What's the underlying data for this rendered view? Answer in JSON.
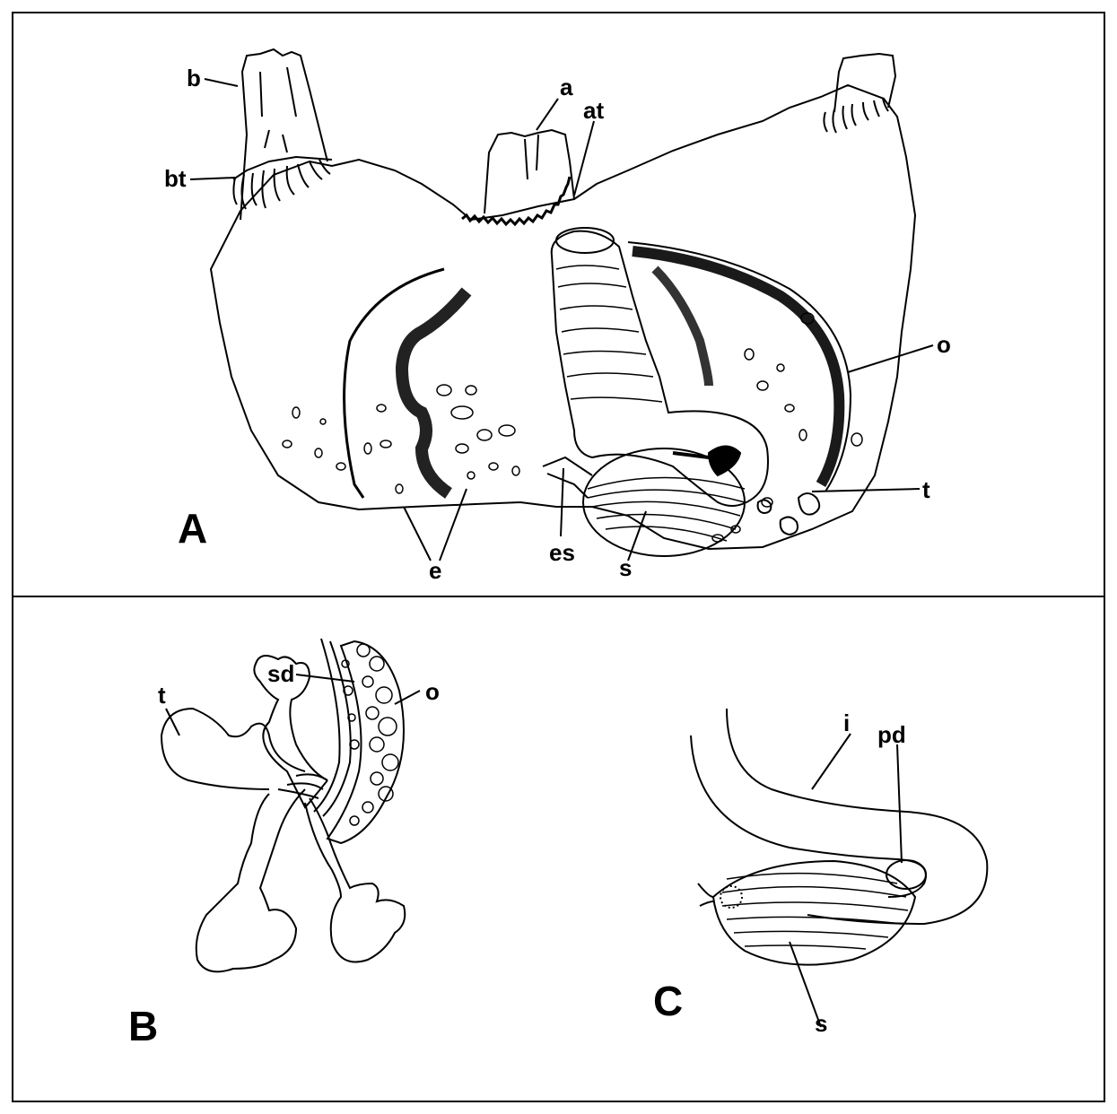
{
  "figure": {
    "panels": [
      {
        "id": "A",
        "label": "A"
      },
      {
        "id": "B",
        "label": "B"
      },
      {
        "id": "C",
        "label": "C"
      }
    ],
    "labels": {
      "A": {
        "b": "b",
        "bt": "bt",
        "a": "a",
        "at": "at",
        "o": "o",
        "t": "t",
        "e": "e",
        "es": "es",
        "s": "s"
      },
      "B": {
        "sd": "sd",
        "o": "o",
        "t": "t"
      },
      "C": {
        "i": "i",
        "pd": "pd",
        "s": "s"
      }
    }
  }
}
